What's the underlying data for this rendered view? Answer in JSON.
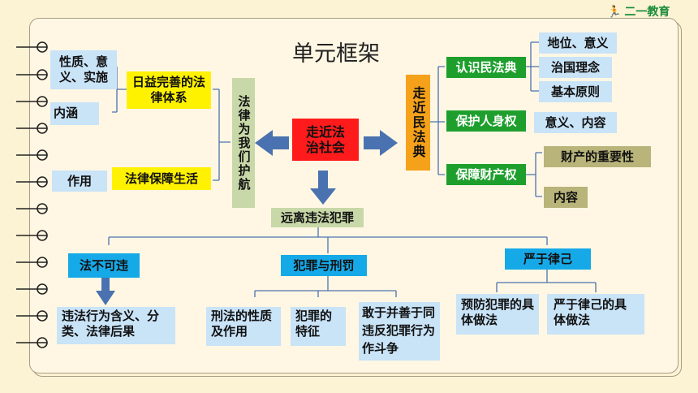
{
  "logo": {
    "text": "二一教育"
  },
  "title": "单元框架",
  "center": "走近法治社会",
  "left": {
    "main": "法律为我们护航",
    "b1": "日益完善的法律体系",
    "b2": "法律保障生活",
    "l1": "性质、意义、实施",
    "l2": "内涵",
    "l3": "作用"
  },
  "right": {
    "main": "走近民法典",
    "g1": "认识民法典",
    "g2": "保护人身权",
    "g3": "保障财产权",
    "r1": "地位、意义",
    "r2": "治国理念",
    "r3": "基本原则",
    "r4": "意义、内容",
    "r5": "财产的重要性",
    "r6": "内容"
  },
  "bottom": {
    "main": "远离违法犯罪",
    "c1": "法不可违",
    "c2": "犯罪与刑罚",
    "c3": "严于律己",
    "d1": "违法行为含义、分类、法律后果",
    "d2": "刑法的性质及作用",
    "d3": "犯罪的特征",
    "d4": "敢于并善于同违反犯罪行为作斗争",
    "d5": "预防犯罪的具体做法",
    "d6": "严于律己的具体做法"
  },
  "colors": {
    "background": "#fcf3d4",
    "arrow_blue": "#4a72b0",
    "green": "#1e9f2d",
    "yellow": "#fff200",
    "orange": "#f5a11a",
    "red": "#ff1b1b",
    "cyan": "#16a9e8"
  }
}
